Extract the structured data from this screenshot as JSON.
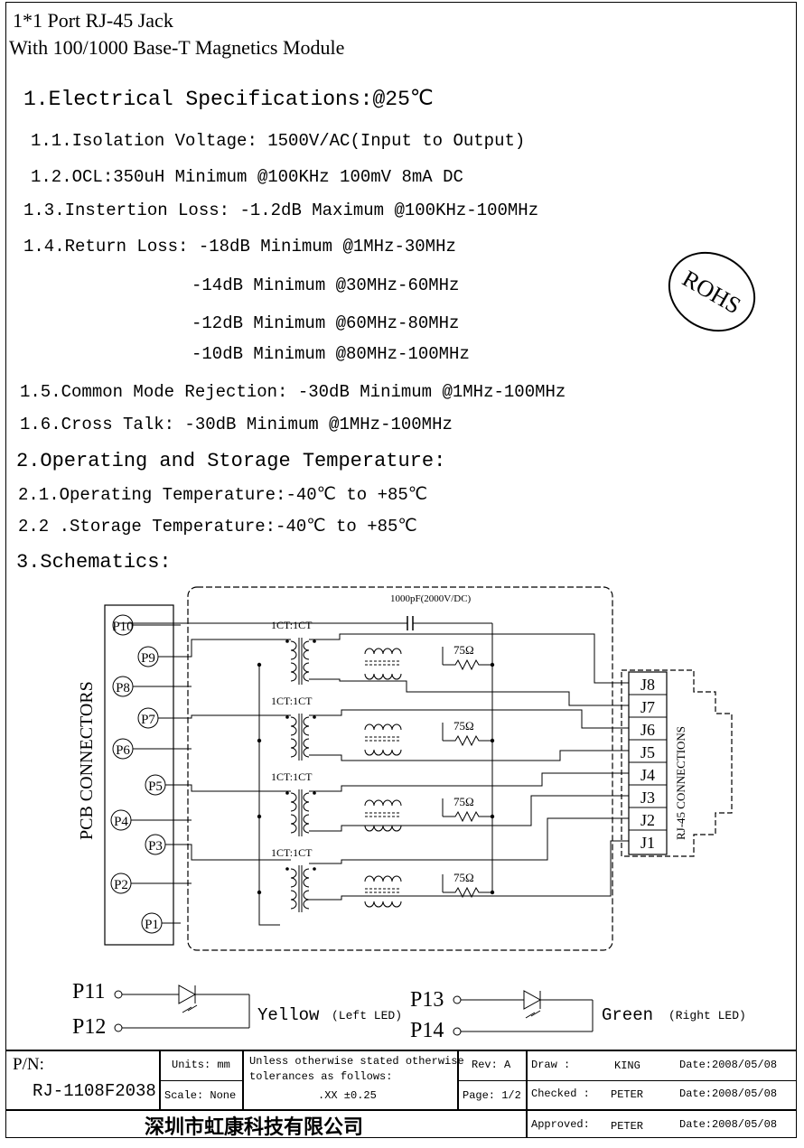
{
  "header": {
    "title_line1": "1*1 Port RJ-45 Jack",
    "title_line2": "With 100/1000 Base-T Magnetics Module"
  },
  "sections": {
    "s1": "1.Electrical Specifications:@25℃",
    "s1_1": "1.1.Isolation Voltage: 1500V/AC(Input to Output)",
    "s1_2": "1.2.OCL:350uH Minimum @100KHz 100mV 8mA DC",
    "s1_3": "1.3.Instertion Loss: -1.2dB Maximum @100KHz-100MHz",
    "s1_4": "1.4.Return Loss: -18dB Minimum @1MHz-30MHz",
    "s1_4b": "-14dB Minimum @30MHz-60MHz",
    "s1_4c": "-12dB Minimum @60MHz-80MHz",
    "s1_4d": "-10dB Minimum @80MHz-100MHz",
    "s1_5": "1.5.Common Mode Rejection: -30dB Minimum @1MHz-100MHz",
    "s1_6": "1.6.Cross Talk: -30dB Minimum @1MHz-100MHz",
    "s2": "2.Operating and Storage Temperature:",
    "s2_1": "2.1.Operating Temperature:-40℃ to +85℃",
    "s2_2": "2.2 .Storage Temperature:-40℃ to +85℃",
    "s3": "3.Schematics:"
  },
  "stamp": "ROHS",
  "schematic": {
    "left_label": "PCB CONNECTORS",
    "right_label": "RJ-45 CONNECTIONS",
    "cap_label": "1000pF(2000V/DC)",
    "ratio_label": "1CT:1CT",
    "resistor_label": "75Ω",
    "pins_left": [
      "P10",
      "P9",
      "P8",
      "P7",
      "P6",
      "P5",
      "P4",
      "P3",
      "P2",
      "P1"
    ],
    "pins_right": [
      "J8",
      "J7",
      "J6",
      "J5",
      "J4",
      "J3",
      "J2",
      "J1"
    ]
  },
  "leds": {
    "p11": "P11",
    "p12": "P12",
    "p13": "P13",
    "p14": "P14",
    "yellow": "Yellow",
    "yellow_note": "(Left LED)",
    "green": "Green",
    "green_note": "(Right LED)"
  },
  "title_block": {
    "pn_label": "P/N:",
    "pn_value": "RJ-1108F2038",
    "units": "Units: mm",
    "scale": "Scale: None",
    "tol_line1": "Unless otherwise stated otherwise",
    "tol_line2": "tolerances as follows:",
    "tol_line3": ".XX ±0.25",
    "rev": "Rev: A",
    "page": "Page: 1/2",
    "draw_label": "Draw    :",
    "draw_name": "KING",
    "draw_date": "Date:2008/05/08",
    "checked_label": "Checked :",
    "checked_name": "PETER",
    "checked_date": "Date:2008/05/08",
    "approved_label": "Approved:",
    "approved_name": "PETER",
    "approved_date": "Date:2008/05/08",
    "company": "深圳市虹康科技有限公司"
  }
}
